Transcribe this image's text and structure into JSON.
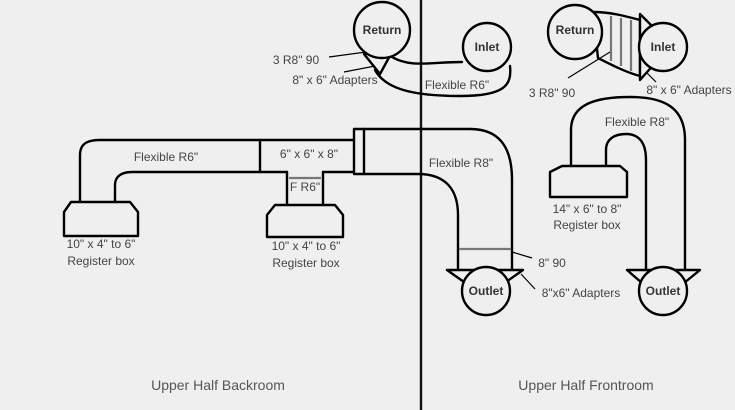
{
  "colors": {
    "background": "#efefef",
    "line": "#000000",
    "text": "#444444",
    "divider": "#111111"
  },
  "left_panel": {
    "caption": "Upper Half Backroom",
    "return_label": "Return",
    "inlet_label": "Inlet",
    "adapter_count_label": "3 R8\" 90",
    "adapters_label": "8\" x 6\" Adapters",
    "flex_inlet_label": "Flexible R6\"",
    "flex_left_label": "Flexible R6\"",
    "tee_label": "6\" x 6\" x 8\"",
    "f_r6_label": "F R6\"",
    "flex_right_label": "Flexible R8\"",
    "register_left": {
      "line1": "10\" x 4\" to 6\"",
      "line2": "Register box"
    },
    "register_mid": {
      "line1": "10\" x 4\" to 6\"",
      "line2": "Register box"
    },
    "elbow_label": "8\" 90",
    "outlet_label": "Outlet",
    "outlet_adapter_label": "8\"x6\" Adapters"
  },
  "right_panel": {
    "caption": "Upper Half Frontroom",
    "return_label": "Return",
    "inlet_label": "Inlet",
    "adapter_count_label": "3 R8\" 90",
    "adapters_label": "8\" x 6\" Adapters",
    "flex_label": "Flexible R8\"",
    "register": {
      "line1": "14\" x 6\" to 8\"",
      "line2": "Register box"
    },
    "outlet_label": "Outlet"
  }
}
